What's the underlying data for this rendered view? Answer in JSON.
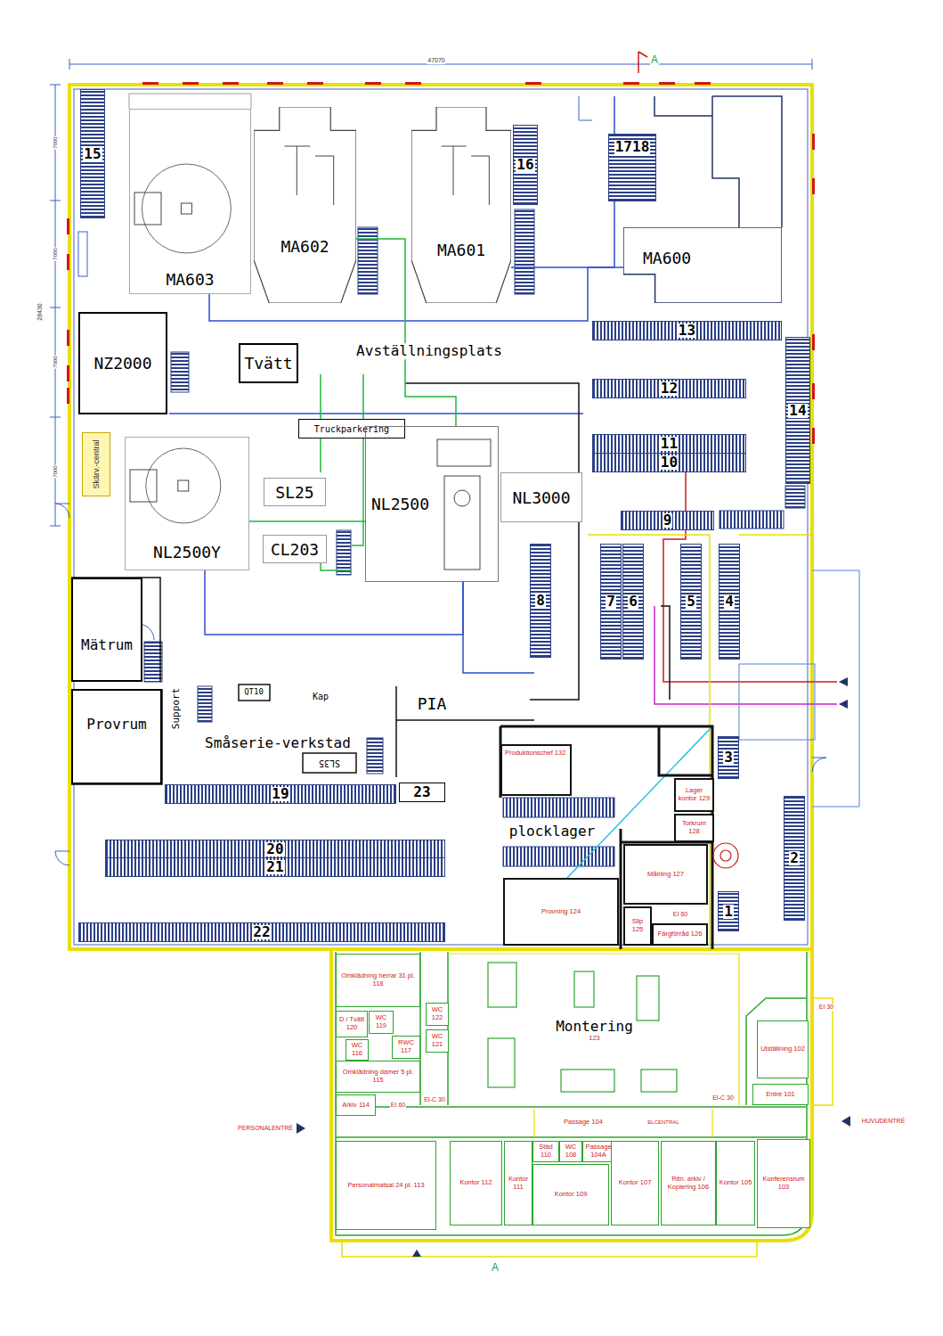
{
  "diagram": {
    "nodes": [
      {
        "text": [
          "15"
        ]
      },
      {
        "text": [
          "MA603"
        ]
      },
      {
        "text": [
          "MA602"
        ]
      },
      {
        "text": [
          "MA601"
        ]
      },
      {
        "text": [
          "16"
        ]
      },
      {
        "text": [
          "1718"
        ]
      },
      {
        "text": [
          "MA600"
        ]
      },
      {
        "text": [
          "13"
        ]
      },
      {
        "text": [
          "NZ2000"
        ]
      },
      {
        "text": [
          "Tvätt"
        ]
      },
      {
        "text": [
          "12"
        ]
      },
      {
        "text": [
          "14"
        ]
      },
      {
        "text": [
          "Truckparkering"
        ]
      },
      {
        "text": [
          "11"
        ]
      },
      {
        "text": [
          "10"
        ]
      },
      {
        "text": [
          "Skärv.-central"
        ]
      },
      {
        "text": [
          "NL2500Y"
        ]
      },
      {
        "text": [
          "SL25"
        ]
      },
      {
        "text": [
          "CL203"
        ]
      },
      {
        "text": [
          "NL2500"
        ]
      },
      {
        "text": [
          "NL3000"
        ]
      },
      {
        "text": [
          "9"
        ]
      },
      {
        "text": [
          "8"
        ]
      },
      {
        "text": [
          "7"
        ]
      },
      {
        "text": [
          "6"
        ]
      },
      {
        "text": [
          "5"
        ]
      },
      {
        "text": [
          "4"
        ]
      },
      {
        "text": [
          "Mätrum"
        ]
      },
      {
        "text": [
          "Provrum"
        ]
      },
      {
        "text": [
          "3"
        ]
      },
      {
        "text": [
          "Produktionschef 132"
        ]
      },
      {
        "text": [
          "19"
        ]
      },
      {
        "text": [
          "23"
        ]
      },
      {
        "text": [
          "Lager kontor 129"
        ]
      },
      {
        "text": [
          "2"
        ]
      },
      {
        "text": [
          "Torkrum 128"
        ]
      },
      {
        "text": [
          "20"
        ]
      },
      {
        "text": [
          "21"
        ]
      },
      {
        "text": [
          "Målning 127"
        ]
      },
      {
        "text": [
          "Provning 124"
        ]
      },
      {
        "text": [
          "1"
        ]
      },
      {
        "text": [
          "Slip 125"
        ]
      },
      {
        "text": [
          "Färgförråd 126"
        ]
      },
      {
        "text": [
          "22"
        ]
      },
      {
        "text": [
          "Omklädning herrar 31 pl. 118"
        ]
      },
      {
        "text": [
          "D / Tvätt 120"
        ]
      },
      {
        "text": [
          "WC 119"
        ]
      },
      {
        "text": [
          "WC 122"
        ]
      },
      {
        "text": [
          "WC 116"
        ]
      },
      {
        "text": [
          "RWC 117"
        ]
      },
      {
        "text": [
          "WC 121"
        ]
      },
      {
        "text": [
          "Omklädning damer 5 pl. 115"
        ]
      },
      {
        "text": [
          "Arkiv 114"
        ]
      },
      {
        "text": [
          "Montering",
          "123"
        ]
      },
      {
        "text": [
          "Utställning 102"
        ]
      },
      {
        "text": [
          "Entré 101"
        ]
      },
      {
        "text": [
          "Passage 104"
        ]
      },
      {
        "text": [
          "Personalmatsal 24 pl. 113"
        ]
      },
      {
        "text": [
          "Kontor 112"
        ]
      },
      {
        "text": [
          "Kontor 111"
        ]
      },
      {
        "text": [
          "Städ 110"
        ]
      },
      {
        "text": [
          "WC 108"
        ]
      },
      {
        "text": [
          "Passage 104A"
        ]
      },
      {
        "text": [
          "Kontor 109"
        ]
      },
      {
        "text": [
          "Kontor 107"
        ]
      },
      {
        "text": [
          "Ritn. arkiv / Kopiering 106"
        ]
      },
      {
        "text": [
          "Kontor 105"
        ]
      },
      {
        "text": [
          "Konferensrum 103"
        ]
      }
    ],
    "edges": [
      {
        "from": 2,
        "to": 19,
        "arrow": "none"
      },
      {
        "from": 3,
        "to": 6,
        "arrow": "none"
      },
      {
        "from": 16,
        "to": 19,
        "arrow": "none"
      }
    ],
    "labels": [
      "47070",
      "A",
      "28430",
      "7000",
      "7000",
      "7000",
      "7000",
      "Avställningsplats",
      "PIA",
      "QT10",
      "Kap",
      "Support",
      "Småserie-verkstad",
      "SL35",
      "plocklager",
      "EI 60",
      "EI 30",
      "EI 60",
      "EI-C 30",
      "EI-C 30",
      "PERSONALENTRÉ",
      "HUVUDENTRÉ",
      "ELCENTRAL",
      "A"
    ]
  }
}
